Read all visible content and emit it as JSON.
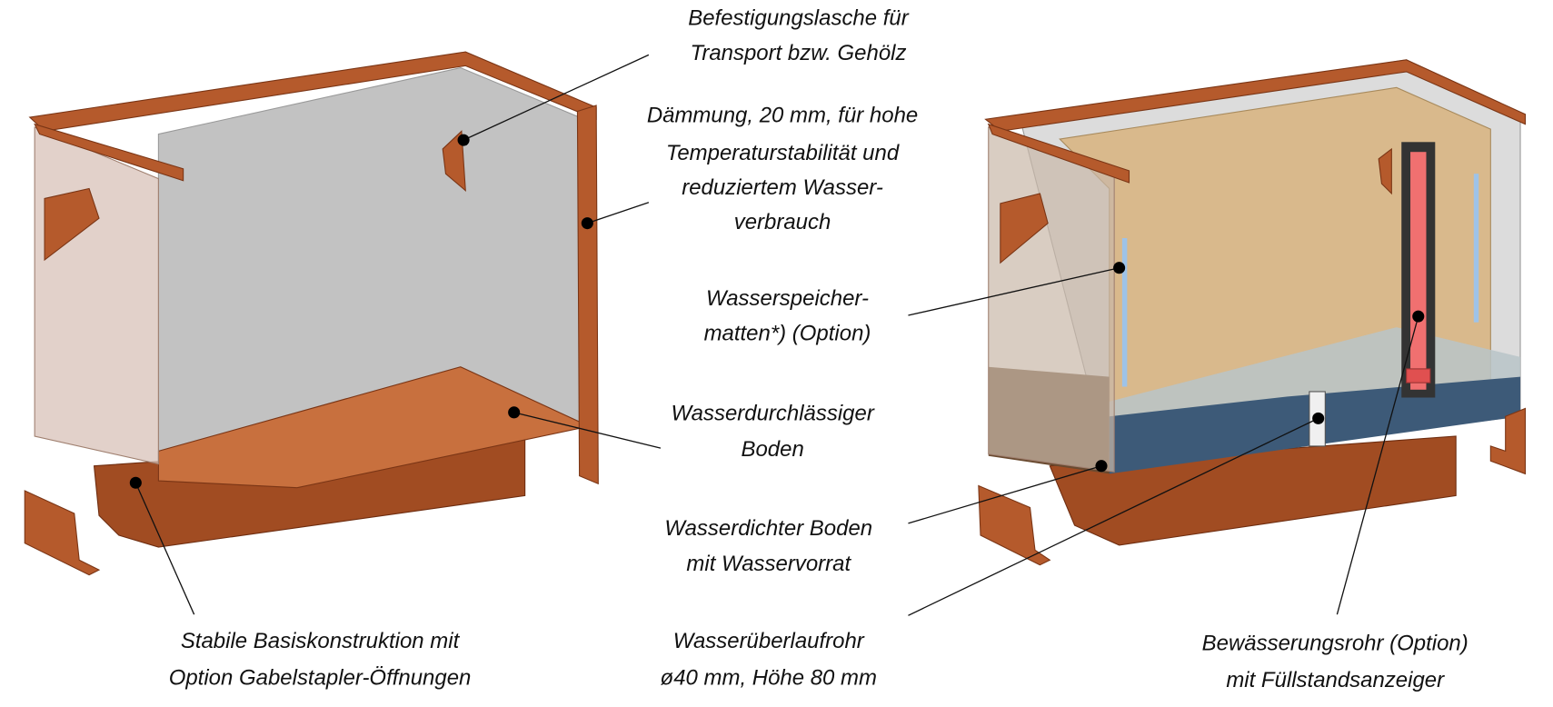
{
  "labels": {
    "befestigung": [
      "Befestigungslasche für",
      "Transport bzw. Gehölz"
    ],
    "daemmung": [
      "Dämmung, 20 mm, für hohe",
      "Temperaturstabilität und",
      "reduziertem Wasser-",
      "verbrauch"
    ],
    "wasserspeicher": [
      "Wasserspeicher-",
      "matten*) (Option)"
    ],
    "durchlaessig": [
      "Wasserdurchlässiger",
      "Boden"
    ],
    "wasserdicht": [
      "Wasserdichter Boden",
      "mit Wasservorrat"
    ],
    "ueberlauf": [
      "Wasserüberlaufrohr",
      "ø40 mm, Höhe 80 mm"
    ],
    "basis": [
      "Stabile Basiskonstruktion mit",
      "Option Gabelstapler-Öffnungen"
    ],
    "bewaesserung": [
      "Bewässerungsrohr (Option)",
      "mit Füllstandsanzeiger"
    ]
  },
  "colors": {
    "corten": "#b55a2c",
    "insulation": "#d9b98c",
    "water": "#3d5a78",
    "indicator": "#f07070"
  }
}
